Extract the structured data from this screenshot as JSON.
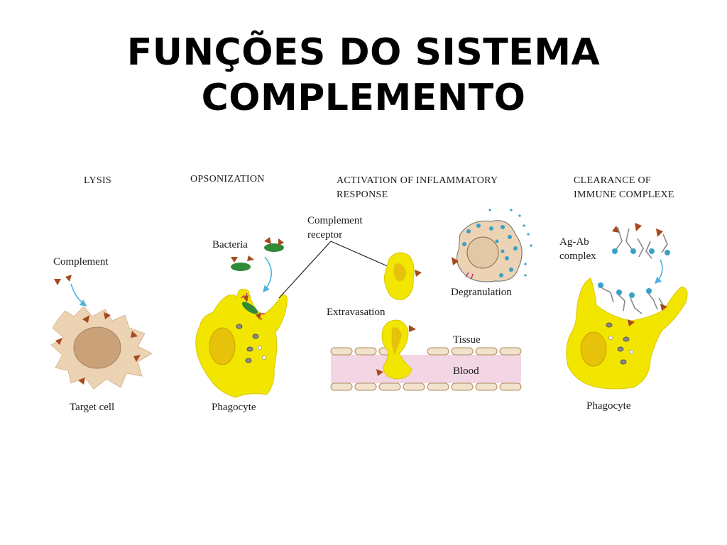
{
  "title": {
    "line1": "FUNÇÕES DO SISTEMA",
    "line2": "COMPLEMENTO"
  },
  "panels": {
    "lysis": {
      "header": "LYSIS",
      "complement_label": "Complement",
      "target_label": "Target cell"
    },
    "opsonization": {
      "header": "OPSONIZATION",
      "bacteria_label": "Bacteria",
      "phagocyte_label": "Phagocyte"
    },
    "inflammation": {
      "header_line1": "ACTIVATION OF INFLAMMATORY",
      "header_line2": "RESPONSE",
      "receptor_line1": "Complement",
      "receptor_line2": "receptor",
      "degranulation_label": "Degranulation",
      "extravasation_label": "Extravasation",
      "tissue_label": "Tissue",
      "blood_label": "Blood"
    },
    "clearance": {
      "header_line1": "CLEARANCE OF",
      "header_line2": "IMMUNE COMPLEXE",
      "agab_line1": "Ag-Ab",
      "agab_line2": "complex",
      "phagocyte_label": "Phagocyte"
    }
  },
  "colors": {
    "phagocyte": "#f2e600",
    "phagocyte_nucleus": "#e6c20a",
    "target_cell": "#ecd3b3",
    "target_nucleus": "#c9a27a",
    "complement": "#a7491d",
    "bacteria": "#2f8a3a",
    "arrow": "#4fb3e0",
    "blood": "#f3d6e3",
    "granule": "#3aa0c8",
    "receptor": "#c4337a"
  }
}
